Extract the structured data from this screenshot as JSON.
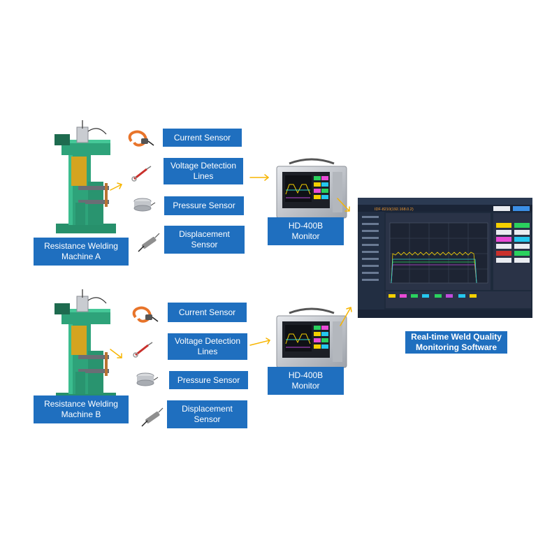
{
  "machines": {
    "a": {
      "label": "Resistance Welding\nMachine A"
    },
    "b": {
      "label": "Resistance Welding\nMachine B"
    }
  },
  "sensors": {
    "current": "Current Sensor",
    "voltage": "Voltage Detection\nLines",
    "pressure": "Pressure Sensor",
    "displacement": "Displacement\nSensor"
  },
  "monitor": {
    "label": "HD-400B\nMonitor"
  },
  "software": {
    "label": "Real-time Weld Quality\nMonitoring Software",
    "device_id": "IDF-8210(192.168.0.2)"
  },
  "colors": {
    "box": "#1f6fbf",
    "arrow": "#f7b500",
    "machine_body": "#2ea37a",
    "machine_accent": "#d4a420"
  }
}
